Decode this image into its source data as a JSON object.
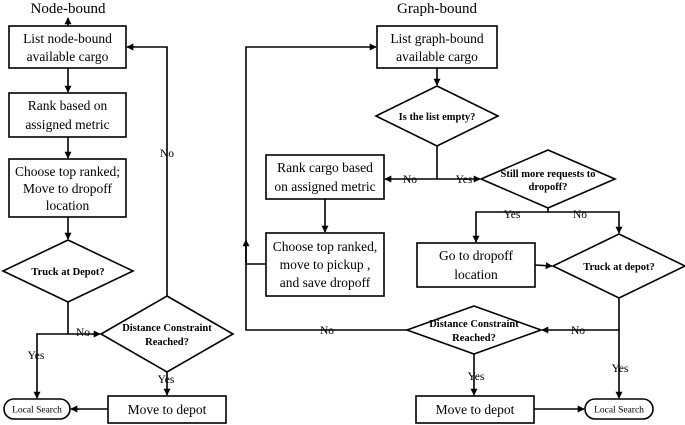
{
  "node_bound": {
    "title": "Node-bound",
    "list_cargo": [
      "List node-bound",
      "available cargo"
    ],
    "rank": [
      "Rank based on",
      "assigned metric"
    ],
    "choose": [
      "Choose top ranked;",
      "Move to dropoff",
      "location"
    ],
    "truck_at_depot": "Truck at Depot?",
    "distance_constraint": [
      "Distance Constraint",
      "Reached?"
    ],
    "move_to_depot": "Move to depot",
    "local_search": "Local Search",
    "label_no_top": "No",
    "label_no_mid": "No",
    "label_yes_left": "Yes",
    "label_yes_bottom": "Yes"
  },
  "graph_bound": {
    "title": "Graph-bound",
    "list_cargo": [
      "List graph-bound",
      "available cargo"
    ],
    "list_empty": "Is the list empty?",
    "rank": [
      "Rank cargo based",
      "on assigned metric"
    ],
    "more_requests": [
      "Still more requests to",
      "dropoff?"
    ],
    "choose": [
      "Choose top ranked,",
      "move to pickup ,",
      "and save dropoff"
    ],
    "go_dropoff": [
      "Go to dropoff",
      "location"
    ],
    "truck_at_depot": "Truck at depot?",
    "distance_constraint": [
      "Distance Constraint",
      "Reached?"
    ],
    "move_to_depot": "Move to depot",
    "local_search": "Local Search",
    "label_no_empty": "No",
    "label_yes_empty": "Yes",
    "label_yes_more": "Yes",
    "label_no_more": "No",
    "label_no_truck": "No",
    "label_no_dist": "No",
    "label_yes_dist": "Yes",
    "label_yes_truck": "Yes"
  }
}
